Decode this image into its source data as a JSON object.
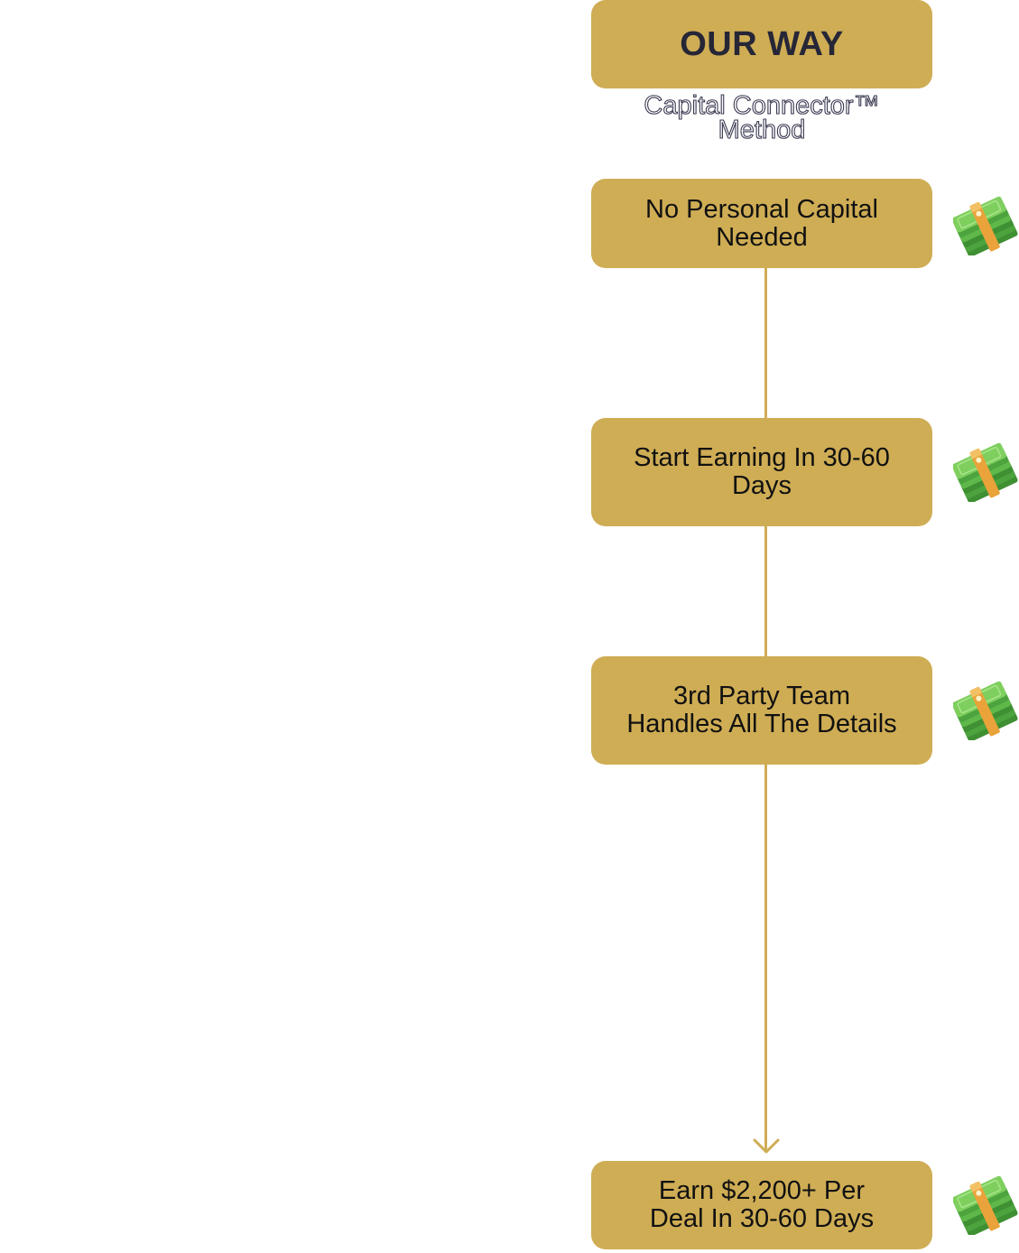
{
  "header": {
    "title": "OUR WAY",
    "subtitle_line1": "Capital Connector™",
    "subtitle_line2": "Method"
  },
  "steps": [
    {
      "line1": "No Personal Capital",
      "line2": "Needed"
    },
    {
      "line1": "Start Earning In 30-60",
      "line2": "Days"
    },
    {
      "line1": "3rd Party Team",
      "line2": "Handles All The Details"
    },
    {
      "line1": "Earn $2,200+ Per",
      "line2": "Deal In 30-60 Days"
    }
  ],
  "icons": {
    "step_icon": "money-stack-icon",
    "arrow": "arrow-down-icon"
  },
  "colors": {
    "box_fill": "#cfad55",
    "connector": "#cfad55",
    "header_text": "#262637",
    "step_text": "#111111",
    "subtitle_outline": "#3a3a52",
    "money_green": "#5fb84a",
    "money_band": "#e9a33a"
  }
}
